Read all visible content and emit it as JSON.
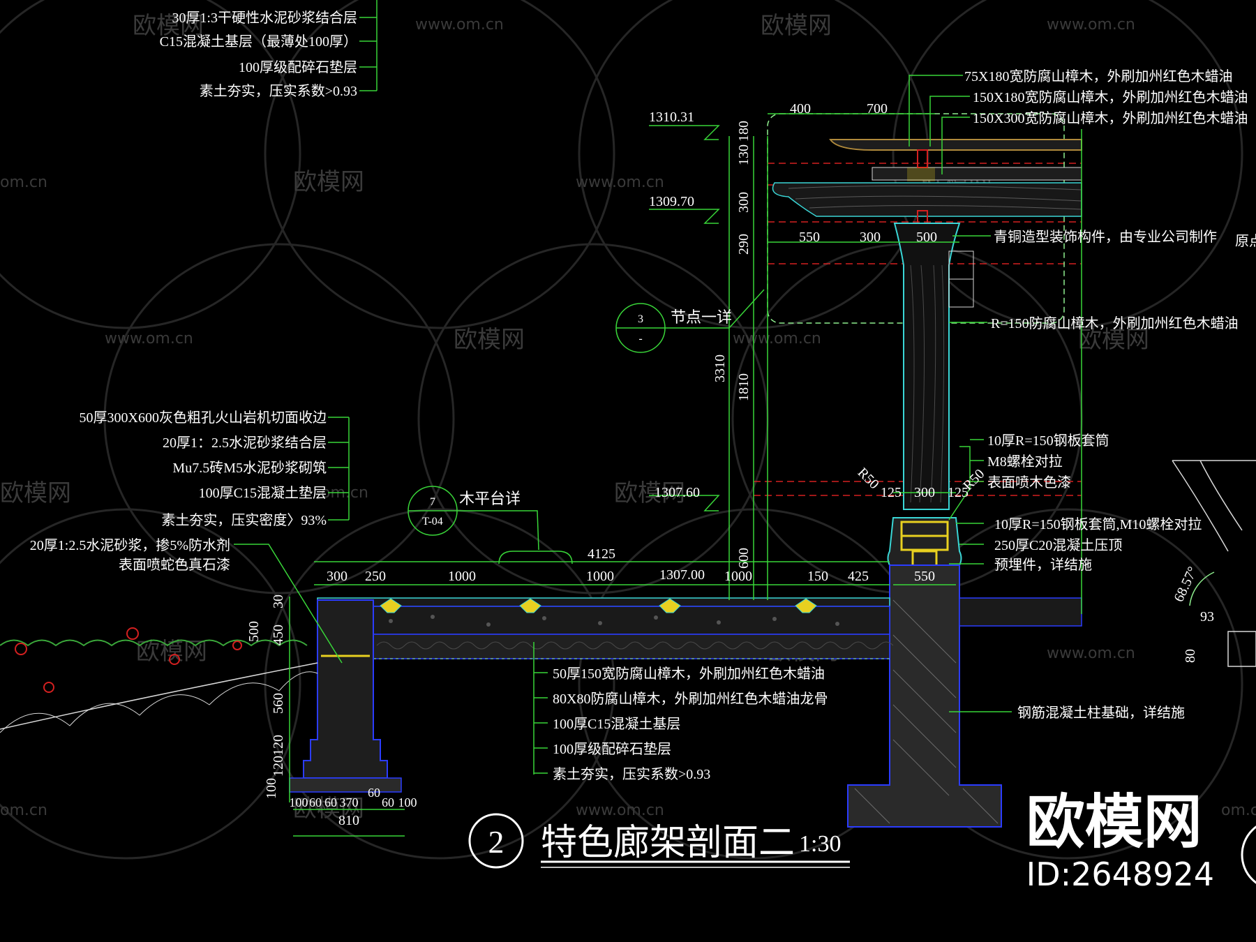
{
  "drawing": {
    "title_number": "2",
    "title": "特色廊架剖面二",
    "scale": "1:30",
    "callout_a": {
      "num": "3",
      "sub": "-",
      "label": "节点一详"
    },
    "callout_b": {
      "num": "7",
      "sub": "T-04",
      "label": "木平台详"
    }
  },
  "notes_top_left": [
    "30厚1:3干硬性水泥砂浆结合层",
    "C15混凝土基层（最薄处100厚）",
    "100厚级配碎石垫层",
    "素土夯实，压实系数>0.93"
  ],
  "notes_top_right": [
    "75X180宽防腐山樟木，外刷加州红色木蜡油",
    "150X180宽防腐山樟木，外刷加州红色木蜡油",
    "150X300宽防腐山樟木，外刷加州红色木蜡油"
  ],
  "note_bronze": "青铜造型装饰构件，由专业公司制作",
  "note_column": "R=150防腐山樟木，外刷加州红色木蜡油",
  "note_edge": "原点",
  "notes_mid_left": [
    "50厚300X600灰色粗孔火山岩机切面收边",
    "20厚1：2.5水泥砂浆结合层",
    "Mu7.5砖M5水泥砂浆砌筑",
    "100厚C15混凝土垫层",
    "素土夯实，压实密度〉93%"
  ],
  "notes_waterproof": [
    "20厚1:2.5水泥砂浆，掺5%防水剂",
    "表面喷蛇色真石漆"
  ],
  "notes_steel": [
    "10厚R=150钢板套筒",
    "M8螺栓对拉",
    "表面喷木色漆"
  ],
  "notes_base": [
    "10厚R=150钢板套筒,M10螺栓对拉",
    "250厚C20混凝土压顶",
    "预埋件，详结施"
  ],
  "notes_bottom": [
    "50厚150宽防腐山樟木，外刷加州红色木蜡油",
    "80X80防腐山樟木，外刷加州红色木蜡油龙骨",
    "100厚C15混凝土基层",
    "100厚级配碎石垫层",
    "素土夯实，压实系数>0.93"
  ],
  "note_foundation": "钢筋混凝土柱基础，详结施",
  "elevations": {
    "top": "1310.31",
    "mid": "1309.70",
    "lower": "1307.60",
    "floor": "1307.00"
  },
  "dims": {
    "top_a": "400",
    "top_b": "700",
    "beam_a": "550",
    "beam_b": "300",
    "beam_c": "500",
    "v_130": "130",
    "v_180": "180",
    "v_300": "300",
    "v_290": "290",
    "v_3310": "3310",
    "v_1810": "1810",
    "v_600": "600",
    "total_4125": "4125",
    "run": [
      "300",
      "250",
      "1000",
      "1000",
      "1000",
      "150",
      "425"
    ],
    "col_base": "550",
    "sleeve": [
      "125",
      "300",
      "125"
    ],
    "r50a": "R50",
    "r50b": "R50",
    "wall_v": [
      "30",
      "500",
      "450",
      "560",
      "120",
      "120",
      "100"
    ],
    "footing": [
      "100",
      "60",
      "60",
      "370",
      "60",
      "60",
      "100"
    ],
    "footing_total": "810",
    "angle": "68.57°",
    "side_93": "93",
    "side_80": "80"
  },
  "watermark": {
    "brand": "欧模网",
    "url": "www.om.cn",
    "url_short": "om.cn"
  },
  "brand_stamp": {
    "name": "欧模网",
    "id": "ID:2648924"
  },
  "colors": {
    "line_green": "#39d639",
    "text": "#ffffff",
    "blue": "#2b3cff",
    "cyan": "#3ad6d6",
    "red": "#d42020",
    "yellow": "#e8d020"
  }
}
